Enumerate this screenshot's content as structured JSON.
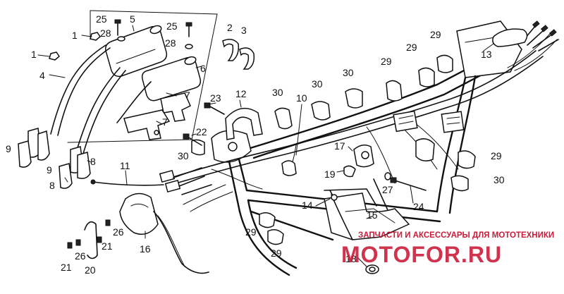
{
  "callouts": [
    {
      "id": "c1a",
      "text": "1"
    },
    {
      "id": "c1b",
      "text": "1"
    },
    {
      "id": "c2",
      "text": "2"
    },
    {
      "id": "c3",
      "text": "3"
    },
    {
      "id": "c4",
      "text": "4"
    },
    {
      "id": "c5",
      "text": "5"
    },
    {
      "id": "c6",
      "text": "6"
    },
    {
      "id": "c7a",
      "text": "7"
    },
    {
      "id": "c7b",
      "text": "7"
    },
    {
      "id": "c8a",
      "text": "8"
    },
    {
      "id": "c8b",
      "text": "8"
    },
    {
      "id": "c9a",
      "text": "9"
    },
    {
      "id": "c9b",
      "text": "9"
    },
    {
      "id": "c10",
      "text": "10"
    },
    {
      "id": "c11",
      "text": "11"
    },
    {
      "id": "c12",
      "text": "12"
    },
    {
      "id": "c13",
      "text": "13"
    },
    {
      "id": "c14",
      "text": "14"
    },
    {
      "id": "c15",
      "text": "15"
    },
    {
      "id": "c16",
      "text": "16"
    },
    {
      "id": "c17",
      "text": "17"
    },
    {
      "id": "c18",
      "text": "18"
    },
    {
      "id": "c19",
      "text": "19"
    },
    {
      "id": "c20",
      "text": "20"
    },
    {
      "id": "c21a",
      "text": "21"
    },
    {
      "id": "c21b",
      "text": "21"
    },
    {
      "id": "c22",
      "text": "22"
    },
    {
      "id": "c23",
      "text": "23"
    },
    {
      "id": "c24",
      "text": "24"
    },
    {
      "id": "c25a",
      "text": "25"
    },
    {
      "id": "c25b",
      "text": "25"
    },
    {
      "id": "c26a",
      "text": "26"
    },
    {
      "id": "c26b",
      "text": "26"
    },
    {
      "id": "c27",
      "text": "27"
    },
    {
      "id": "c28a",
      "text": "28"
    },
    {
      "id": "c28b",
      "text": "28"
    },
    {
      "id": "c29a",
      "text": "29"
    },
    {
      "id": "c29b",
      "text": "29"
    },
    {
      "id": "c29c",
      "text": "29"
    },
    {
      "id": "c29d",
      "text": "29"
    },
    {
      "id": "c29e",
      "text": "29"
    },
    {
      "id": "c29f",
      "text": "29"
    },
    {
      "id": "c30a",
      "text": "30"
    },
    {
      "id": "c30b",
      "text": "30"
    },
    {
      "id": "c30c",
      "text": "30"
    },
    {
      "id": "c30d",
      "text": "30"
    },
    {
      "id": "c30e",
      "text": "30"
    }
  ],
  "watermark": {
    "caption": "ЗАПЧАСТИ И АКСЕССУАРЫ ДЛЯ МОТОТЕХНИКИ",
    "logo": "MOTOFOR.RU",
    "color": "#c8102e"
  }
}
